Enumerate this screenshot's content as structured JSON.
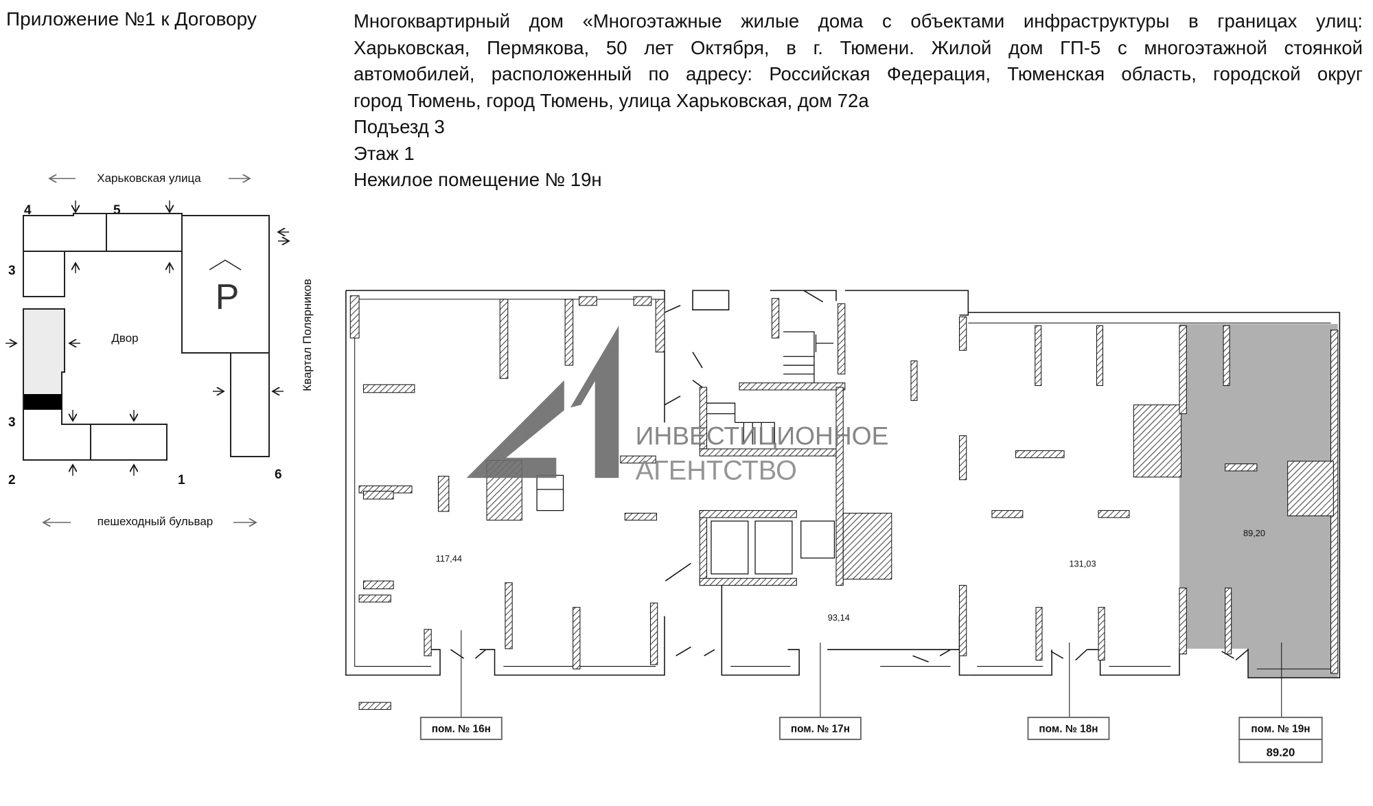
{
  "appendix_title": "Приложение №1 к Договору",
  "description": {
    "lines": [
      "Многоквартирный дом «Многоэтажные жилые дома с объектами инфраструктуры в границах улиц:",
      "Харьковская, Пермякова, 50 лет Октября, в г. Тюмени. Жилой дом ГП-5 с многоэтажной стоянкой",
      "автомобилей, расположенный по адресу: Российская Федерация, Тюменская область, городской округ",
      "город Тюмень, город Тюмень, улица Харьковская, дом 72а"
    ],
    "entrance": "Подъезд 3",
    "floor": "Этаж 1",
    "premises": "Нежилое помещение № 19н"
  },
  "site_plan": {
    "street_top": "Харьковская улица",
    "street_bottom": "пешеходный бульвар",
    "street_right": "Квартал Полярников",
    "yard": "Двор",
    "parking": "P",
    "section_numbers": [
      "4",
      "5",
      "3",
      "3",
      "2",
      "1",
      "6"
    ]
  },
  "floor_plan": {
    "areas": [
      "117,44",
      "93,14",
      "131,03",
      "89,20"
    ],
    "units": [
      {
        "label": "пом. № 16н"
      },
      {
        "label": "пом. № 17н"
      },
      {
        "label": "пом. № 18н"
      },
      {
        "label": "пом. № 19н",
        "area": "89.20",
        "highlighted": true
      }
    ],
    "highlight_color": "#b0b0b0"
  },
  "watermark": {
    "logo": "41",
    "line1": "ИНВЕСТИЦИОННОЕ",
    "line2": "АГЕНТСТВО"
  }
}
